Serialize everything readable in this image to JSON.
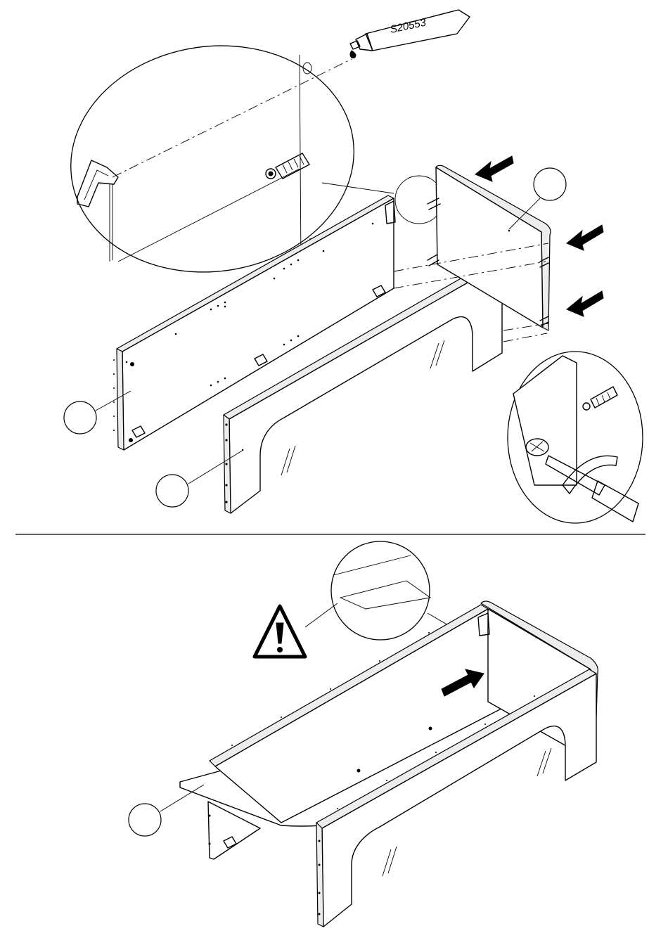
{
  "glue_tube": {
    "code": "S20553"
  },
  "steps": [
    {
      "id": "step-top",
      "callouts": 4
    },
    {
      "id": "step-bottom",
      "callouts": 1
    }
  ],
  "icons": [
    "glue-tube-icon",
    "push-arrow-icon",
    "warning-icon",
    "screwdriver-icon",
    "dowel-icon",
    "cam-lock-icon"
  ],
  "colors": {
    "line": "#000000",
    "paper": "#ffffff",
    "edge_shade": "#ededed"
  }
}
